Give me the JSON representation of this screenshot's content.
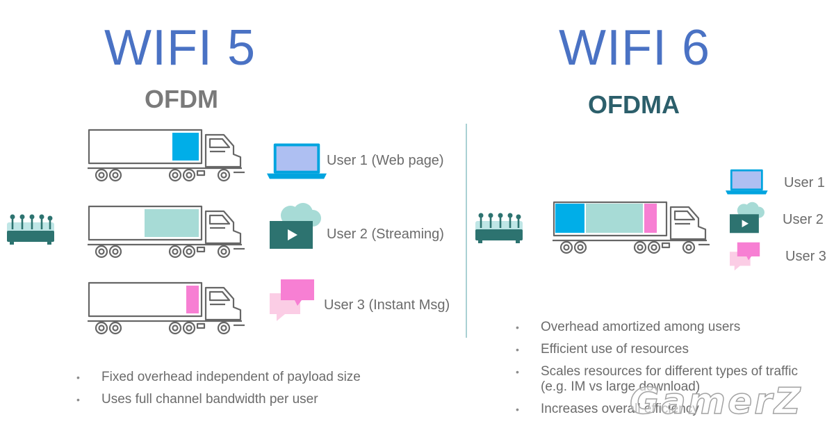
{
  "left": {
    "title": "WIFI 5",
    "subtitle": "OFDM",
    "users": [
      {
        "label": "User 1 (Web page)",
        "payload_color": "#00aee8",
        "device_icon": "laptop-icon"
      },
      {
        "label": "User 2 (Streaming)",
        "payload_color": "#a7dbd6",
        "device_icon": "video-cloud-icon"
      },
      {
        "label": "User 3 (Instant Msg)",
        "payload_color": "#f77fd3",
        "device_icon": "chat-bubbles-icon"
      }
    ],
    "bullets": [
      "Fixed overhead independent of payload size",
      "Uses full channel bandwidth per user"
    ]
  },
  "right": {
    "title": "WIFI 6",
    "subtitle": "OFDMA",
    "users": [
      "User 1",
      "User 2",
      "User 3"
    ],
    "bullets": [
      "Overhead amortized among users",
      "Efficient use of resources",
      "Scales resources for different types of traffic (e.g. IM vs large download)",
      "Increases overall efficiency"
    ]
  },
  "watermark": "GamerZ",
  "colors": {
    "title_blue": "#4a72c4",
    "ofdm_gray": "#7a7a7a",
    "ofdma_teal": "#2c5f6b",
    "router": "#2d7370",
    "router_glow": "#bfe6e6",
    "user1": "#00aee8",
    "user2": "#a7dbd6",
    "user3": "#f77fd3",
    "divider": "#a9d0d3"
  }
}
